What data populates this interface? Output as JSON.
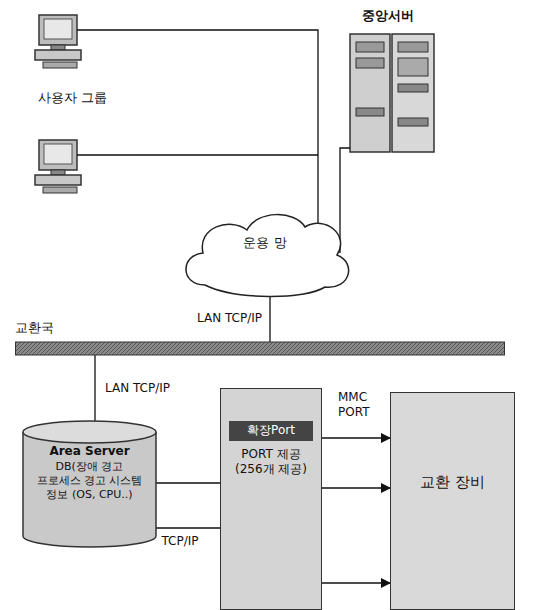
{
  "diagram": {
    "nodes": [
      {
        "text": [
          "사용자 그룹"
        ]
      },
      {
        "text": [
          "중앙서버"
        ]
      },
      {
        "text": [
          "운용 망"
        ]
      },
      {
        "text": [
          "교환국"
        ]
      },
      {
        "text": [
          "Area Server",
          "DB(장애 경고 프로세스 경고 시스템 정보 (OS, CPU..)"
        ]
      },
      {
        "text": [
          "확장Port",
          "PORT 제공 (256개 제공)"
        ]
      },
      {
        "text": [
          "교환 장비"
        ]
      }
    ],
    "edges": [
      {
        "from": 0,
        "to": 2,
        "arrow": "none"
      },
      {
        "from": 1,
        "to": 2,
        "arrow": "none"
      },
      {
        "from": 2,
        "to": 3,
        "arrow": "none",
        "label": "LAN TCP/IP"
      },
      {
        "from": 3,
        "to": 4,
        "arrow": "none",
        "label": "LAN TCP/IP"
      },
      {
        "from": 4,
        "to": 5,
        "arrow": "none"
      },
      {
        "from": 4,
        "to": 5,
        "arrow": "none",
        "label": "TCP/IP"
      },
      {
        "from": 5,
        "to": 6,
        "arrow": "to"
      },
      {
        "from": 5,
        "to": 6,
        "arrow": "to"
      },
      {
        "from": 5,
        "to": 6,
        "arrow": "to"
      }
    ],
    "labels": [
      "MMC PORT"
    ]
  }
}
